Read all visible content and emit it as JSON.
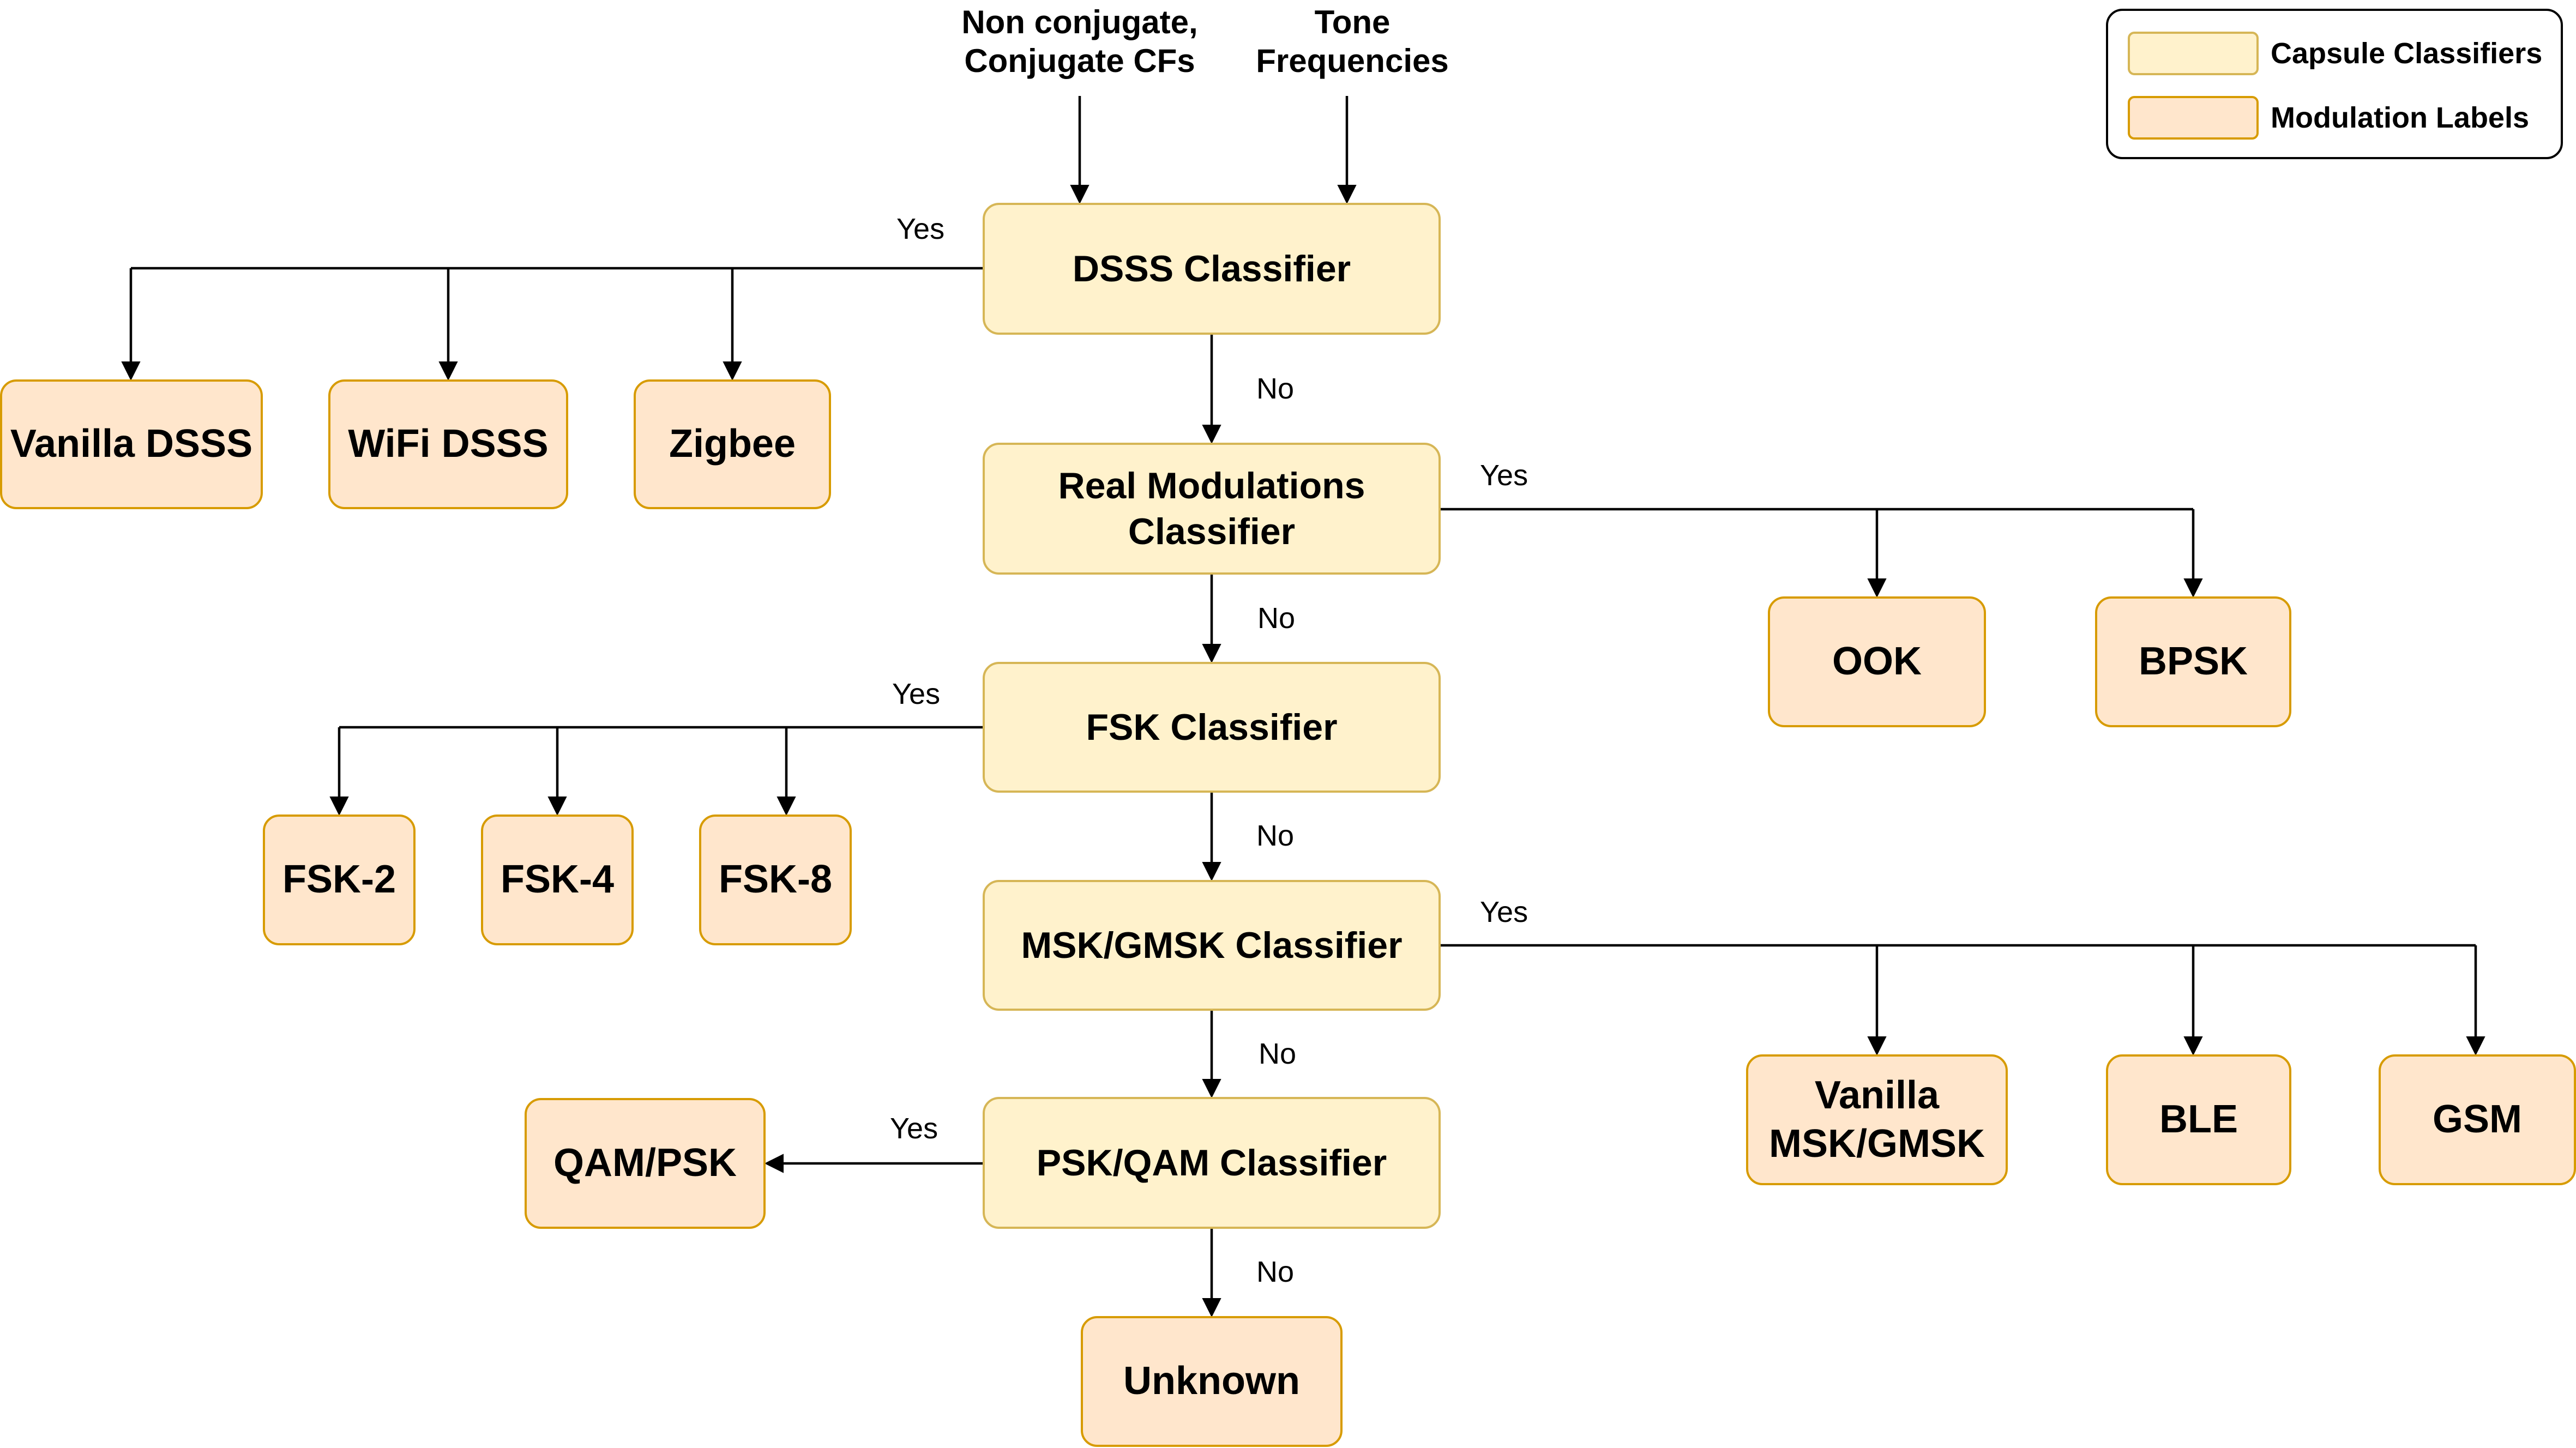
{
  "inputs": [
    {
      "id": "cfs",
      "text": "Non conjugate,\nConjugate CFs"
    },
    {
      "id": "tone",
      "text": "Tone\nFrequencies"
    }
  ],
  "classifiers": [
    {
      "id": "dsss",
      "label": "DSSS Classifier"
    },
    {
      "id": "real",
      "label": "Real Modulations\nClassifier"
    },
    {
      "id": "fsk",
      "label": "FSK Classifier"
    },
    {
      "id": "msk",
      "label": "MSK/GMSK Classifier"
    },
    {
      "id": "psk",
      "label": "PSK/QAM Classifier"
    }
  ],
  "modulation_labels": [
    {
      "id": "vanilla_dsss",
      "label": "Vanilla DSSS"
    },
    {
      "id": "wifi_dsss",
      "label": "WiFi DSSS"
    },
    {
      "id": "zigbee",
      "label": "Zigbee"
    },
    {
      "id": "ook",
      "label": "OOK"
    },
    {
      "id": "bpsk",
      "label": "BPSK"
    },
    {
      "id": "fsk2",
      "label": "FSK-2"
    },
    {
      "id": "fsk4",
      "label": "FSK-4"
    },
    {
      "id": "fsk8",
      "label": "FSK-8"
    },
    {
      "id": "vanilla_msk",
      "label": "Vanilla\nMSK/GMSK"
    },
    {
      "id": "ble",
      "label": "BLE"
    },
    {
      "id": "gsm",
      "label": "GSM"
    },
    {
      "id": "qam_psk",
      "label": "QAM/PSK"
    },
    {
      "id": "unknown",
      "label": "Unknown"
    }
  ],
  "edge_labels": {
    "dsss_yes": "Yes",
    "dsss_no": "No",
    "real_yes": "Yes",
    "real_no": "No",
    "fsk_yes": "Yes",
    "fsk_no": "No",
    "msk_yes": "Yes",
    "msk_no": "No",
    "psk_yes": "Yes",
    "psk_no": "No"
  },
  "edges": [
    {
      "from": "cfs",
      "to": "dsss"
    },
    {
      "from": "tone",
      "to": "dsss"
    },
    {
      "from": "dsss",
      "to": "vanilla_dsss",
      "label": "Yes"
    },
    {
      "from": "dsss",
      "to": "wifi_dsss",
      "label": "Yes"
    },
    {
      "from": "dsss",
      "to": "zigbee",
      "label": "Yes"
    },
    {
      "from": "dsss",
      "to": "real",
      "label": "No"
    },
    {
      "from": "real",
      "to": "ook",
      "label": "Yes"
    },
    {
      "from": "real",
      "to": "bpsk",
      "label": "Yes"
    },
    {
      "from": "real",
      "to": "fsk",
      "label": "No"
    },
    {
      "from": "fsk",
      "to": "fsk2",
      "label": "Yes"
    },
    {
      "from": "fsk",
      "to": "fsk4",
      "label": "Yes"
    },
    {
      "from": "fsk",
      "to": "fsk8",
      "label": "Yes"
    },
    {
      "from": "fsk",
      "to": "msk",
      "label": "No"
    },
    {
      "from": "msk",
      "to": "vanilla_msk",
      "label": "Yes"
    },
    {
      "from": "msk",
      "to": "ble",
      "label": "Yes"
    },
    {
      "from": "msk",
      "to": "gsm",
      "label": "Yes"
    },
    {
      "from": "msk",
      "to": "psk",
      "label": "No"
    },
    {
      "from": "psk",
      "to": "qam_psk",
      "label": "Yes"
    },
    {
      "from": "psk",
      "to": "unknown",
      "label": "No"
    }
  ],
  "legend": {
    "classifier_label": "Capsule Classifiers",
    "modulation_label": "Modulation Labels"
  },
  "colors": {
    "classifier_fill": "#fff2cc",
    "classifier_border": "#d6b656",
    "label_fill": "#ffe6cc",
    "label_border": "#d79b00",
    "line": "#000000"
  }
}
